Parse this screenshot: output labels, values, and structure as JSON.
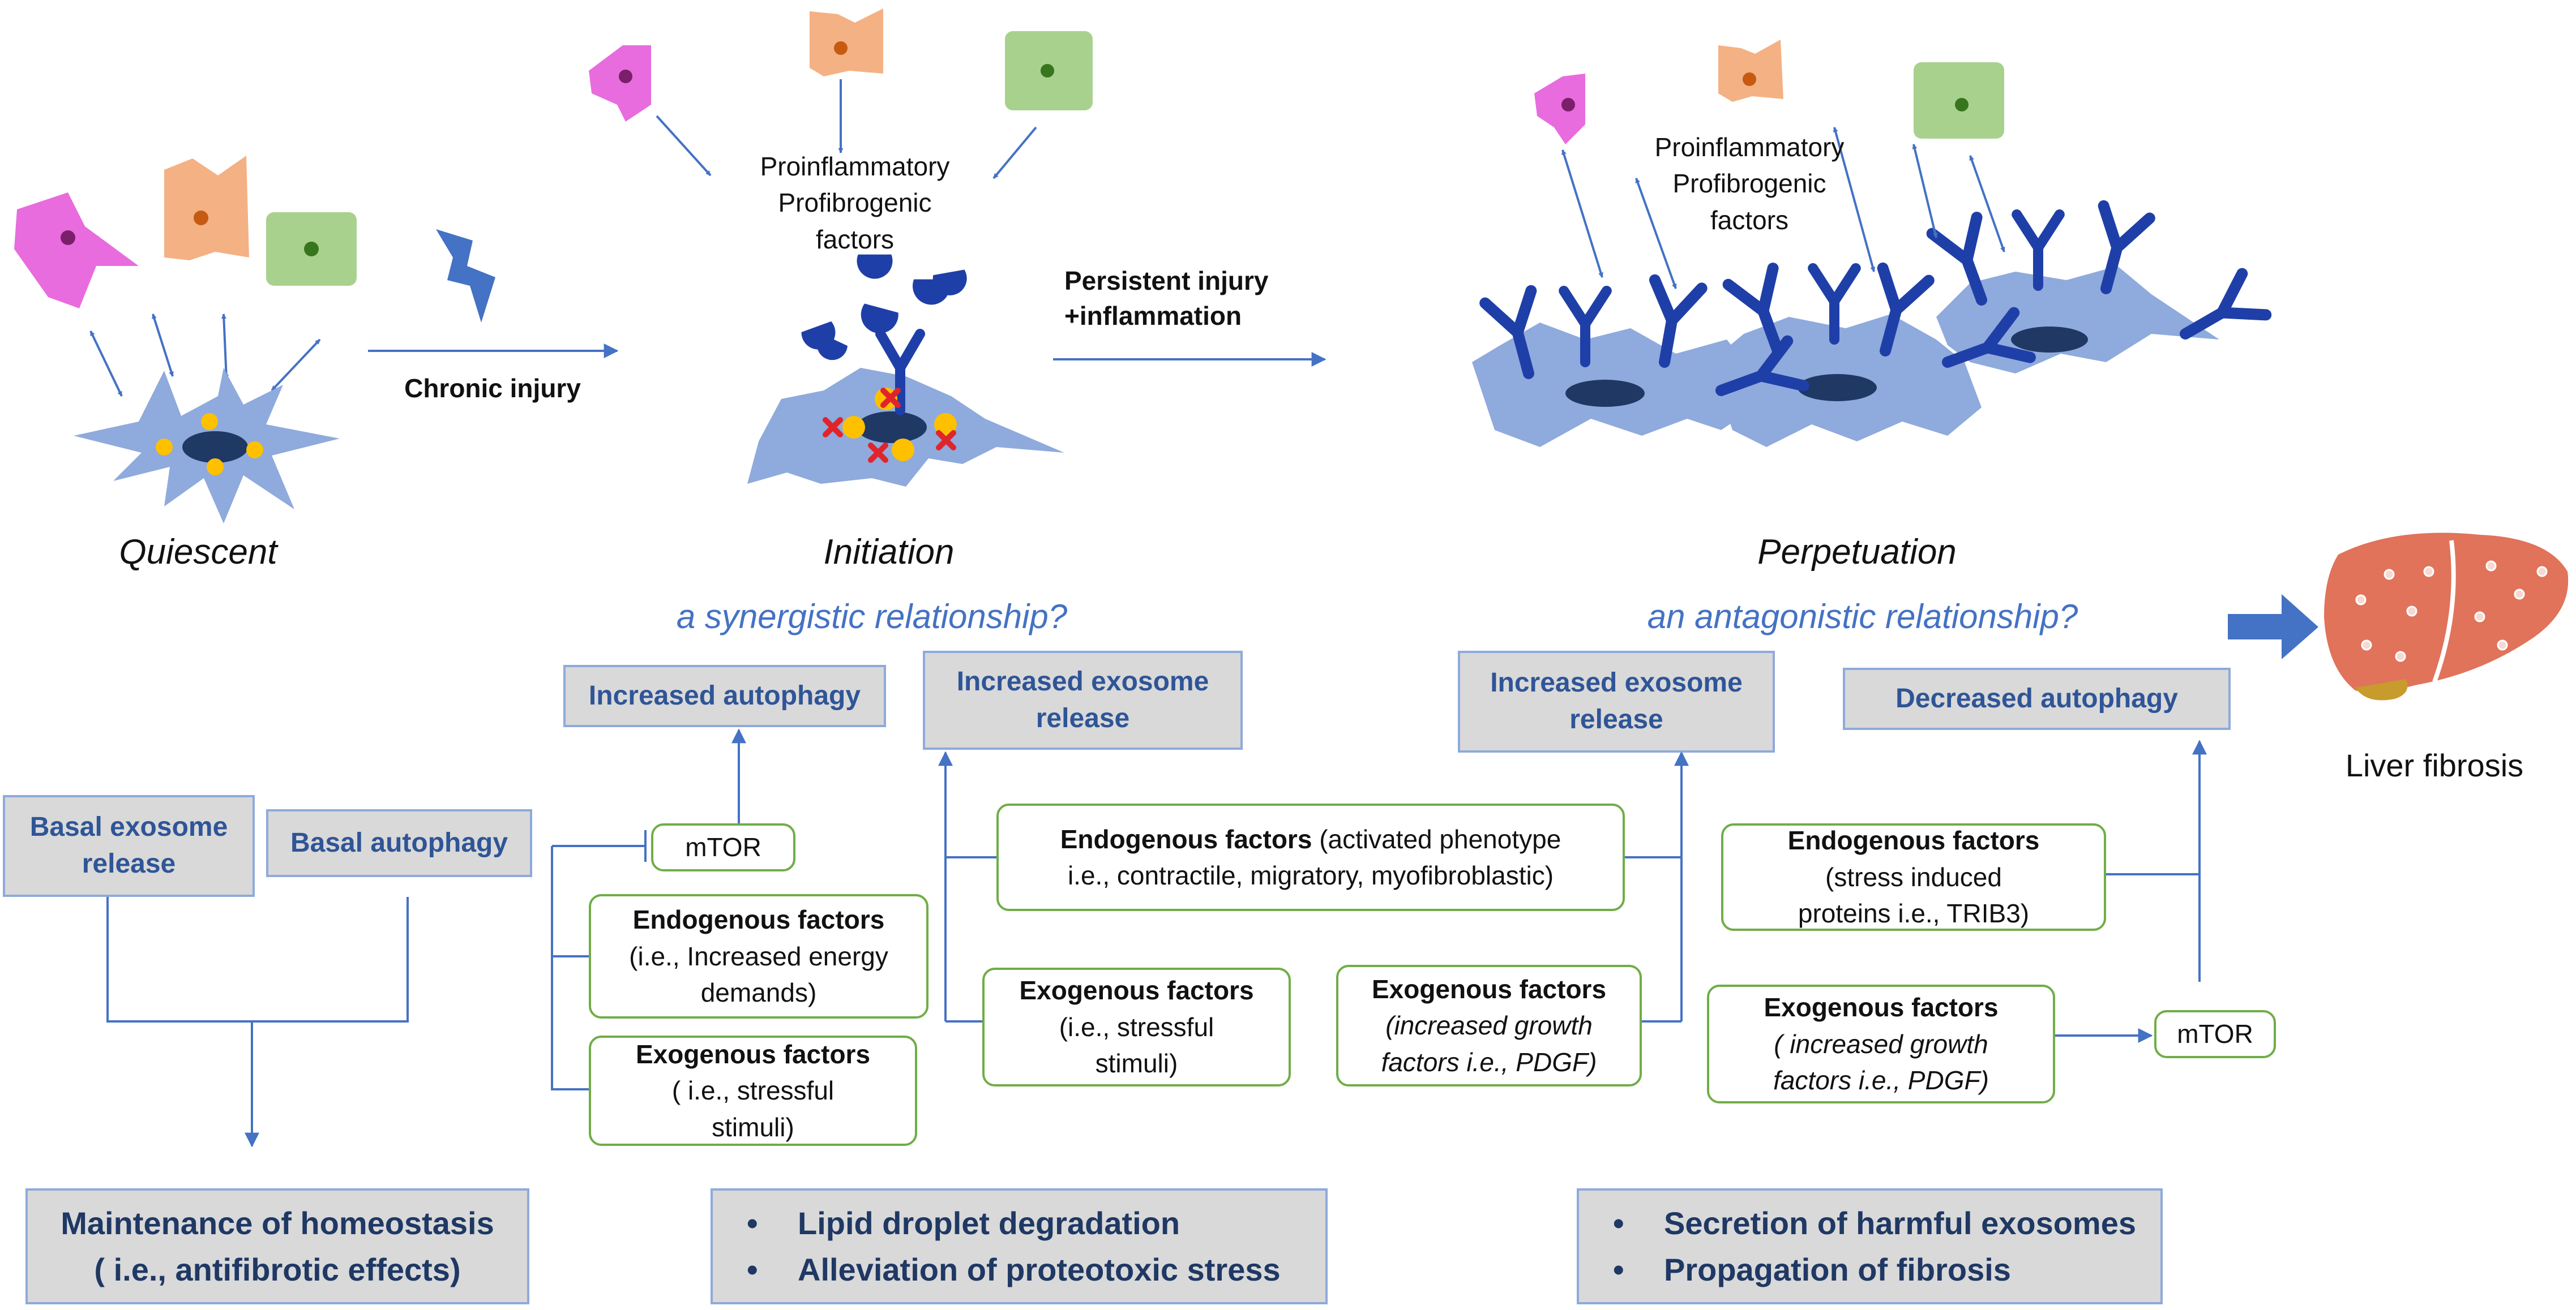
{
  "stages": {
    "quiescent": "Quiescent",
    "initiation": "Initiation",
    "perpetuation": "Perpetuation"
  },
  "transitions": {
    "chronic_injury": "Chronic injury",
    "persistent_line1": "Persistent injury",
    "persistent_line2": "+inflammation"
  },
  "factor_labels": {
    "initiation": [
      "Proinflammatory",
      "Profibrogenic",
      "factors"
    ],
    "perpetuation": [
      "Proinflammatory",
      "Profibrogenic",
      "factors"
    ]
  },
  "questions": {
    "synergistic": "a synergistic relationship?",
    "antagonistic": "an antagonistic relationship?"
  },
  "gray_boxes": {
    "basal_exosome": [
      "Basal exosome",
      "release"
    ],
    "basal_autophagy": "Basal autophagy",
    "increased_autophagy": "Increased autophagy",
    "increased_exosome_left": [
      "Increased exosome",
      "release"
    ],
    "increased_exosome_right": [
      "Increased exosome",
      "release"
    ],
    "decreased_autophagy": "Decreased autophagy"
  },
  "green_boxes": {
    "mtor_left": "mTOR",
    "endo_left": {
      "title": "Endogenous factors",
      "lines": [
        "(i.e., Increased energy",
        "demands)"
      ]
    },
    "exo_left": {
      "title": "Exogenous factors",
      "lines": [
        "( i.e., stressful",
        "stimuli)"
      ]
    },
    "endo_center": {
      "title": "Endogenous factors",
      "rest": " (activated phenotype",
      "line2": "i.e., contractile, migratory, myofibroblastic)"
    },
    "exo_center_left": {
      "title": "Exogenous factors",
      "lines": [
        "(i.e., stressful",
        "stimuli)"
      ]
    },
    "exo_center_right": {
      "title": "Exogenous factors",
      "lines": [
        "(increased growth",
        "factors i.e., PDGF)"
      ]
    },
    "endo_right": {
      "title": "Endogenous factors",
      "lines": [
        "(stress induced",
        "proteins i.e., TRIB3)"
      ]
    },
    "exo_right": {
      "title": "Exogenous factors",
      "lines": [
        "( increased growth",
        "factors i.e., PDGF)"
      ]
    },
    "mtor_right": "mTOR"
  },
  "outcomes": {
    "homeostasis": [
      "Maintenance of homeostasis",
      "( i.e., antifibrotic effects)"
    ],
    "lipid": [
      "Lipid droplet degradation",
      "Alleviation of proteotoxic stress"
    ],
    "harmful": [
      "Secretion of harmful exosomes",
      "Propagation of fibrosis"
    ]
  },
  "liver_label": "Liver fibrosis",
  "colors": {
    "arrow": "#4472c4",
    "cell_body": "#8faadc",
    "nucleus": "#1f3864",
    "receptor": "#1f3fa8",
    "lipid": "#ffc000",
    "x_mark": "#e0242c",
    "pink_cell": "#e86cde",
    "orange_cell": "#f4b183",
    "green_cell": "#a9d18e",
    "liver": "#e0735a",
    "gray_box": "#d9d9d9",
    "green_border": "#70ad47"
  }
}
